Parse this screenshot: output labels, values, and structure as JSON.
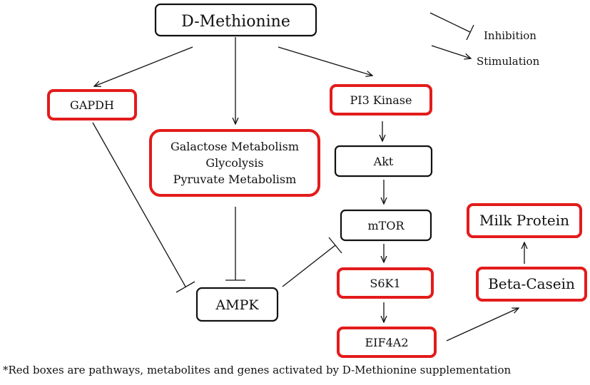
{
  "nodes": {
    "d_methionine": {
      "label": "D-Methionine"
    },
    "gapdh": {
      "label": "GAPDH"
    },
    "metabolism": {
      "lines": [
        "Galactose Metabolism",
        "Glycolysis",
        "Pyruvate Metabolism"
      ]
    },
    "pi3k": {
      "label": "PI3 Kinase"
    },
    "akt": {
      "label": "Akt"
    },
    "mtor": {
      "label": "mTOR"
    },
    "s6k1": {
      "label": "S6K1"
    },
    "eif4a2": {
      "label": "EIF4A2"
    },
    "ampk": {
      "label": "AMPK"
    },
    "milk_protein": {
      "label": "Milk Protein"
    },
    "beta_casein": {
      "label": "Beta-Casein"
    }
  },
  "legend": {
    "inhibition": "Inhibition",
    "stimulation": "Stimulation"
  },
  "footnote": "*Red boxes are pathways, metabolites and genes activated by D-Methionine supplementation",
  "colors": {
    "activated_box": "#e31b1b",
    "default_box": "#111111",
    "edge": "#111111"
  }
}
